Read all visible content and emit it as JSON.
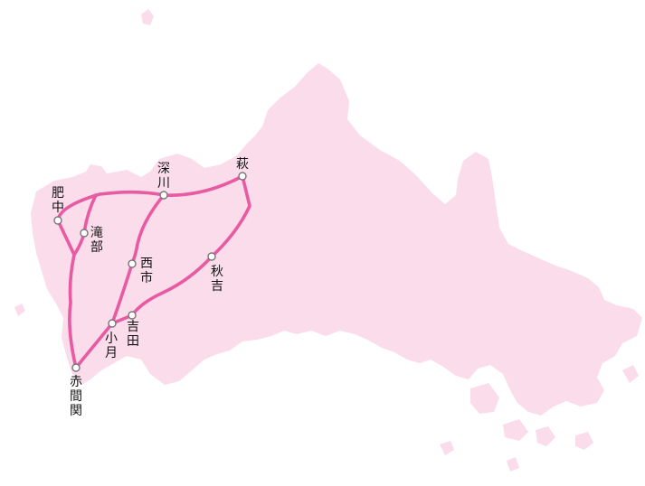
{
  "map": {
    "colors": {
      "land": "#fadcea",
      "route": "#e85aa2",
      "station_fill": "#ffffff",
      "station_stroke": "#777777"
    },
    "stations": [
      {
        "id": "hacchu",
        "name": "肥中"
      },
      {
        "id": "takibe",
        "name": "滝部"
      },
      {
        "id": "fukawa",
        "name": "深川"
      },
      {
        "id": "hagi",
        "name": "萩"
      },
      {
        "id": "nishiichi",
        "name": "西市"
      },
      {
        "id": "akiyoshi",
        "name": "秋吉"
      },
      {
        "id": "yoshida",
        "name": "吉田"
      },
      {
        "id": "kozuki",
        "name": "小月"
      },
      {
        "id": "akamagaseki",
        "name": "赤間関"
      }
    ]
  }
}
